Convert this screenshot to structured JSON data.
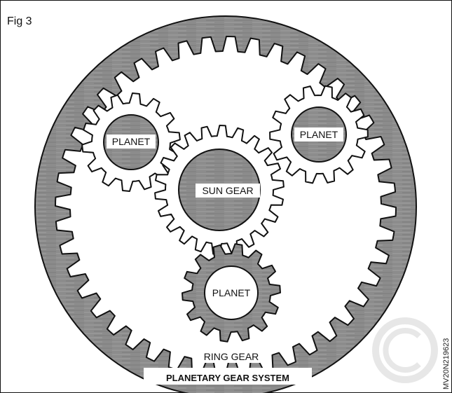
{
  "figure": {
    "fig_label": "Fig 3",
    "title": "PLANETARY GEAR SYSTEM",
    "code": "MV20N219623"
  },
  "gears": {
    "sun": {
      "label": "SUN GEAR"
    },
    "planet_left": {
      "label": "PLANET"
    },
    "planet_right": {
      "label": "PLANET"
    },
    "planet_bottom": {
      "label": "PLANET"
    },
    "ring": {
      "label": "RING GEAR"
    }
  },
  "colors": {
    "shade": "#8c8c8c",
    "outline": "#111111",
    "background": "#ffffff"
  }
}
